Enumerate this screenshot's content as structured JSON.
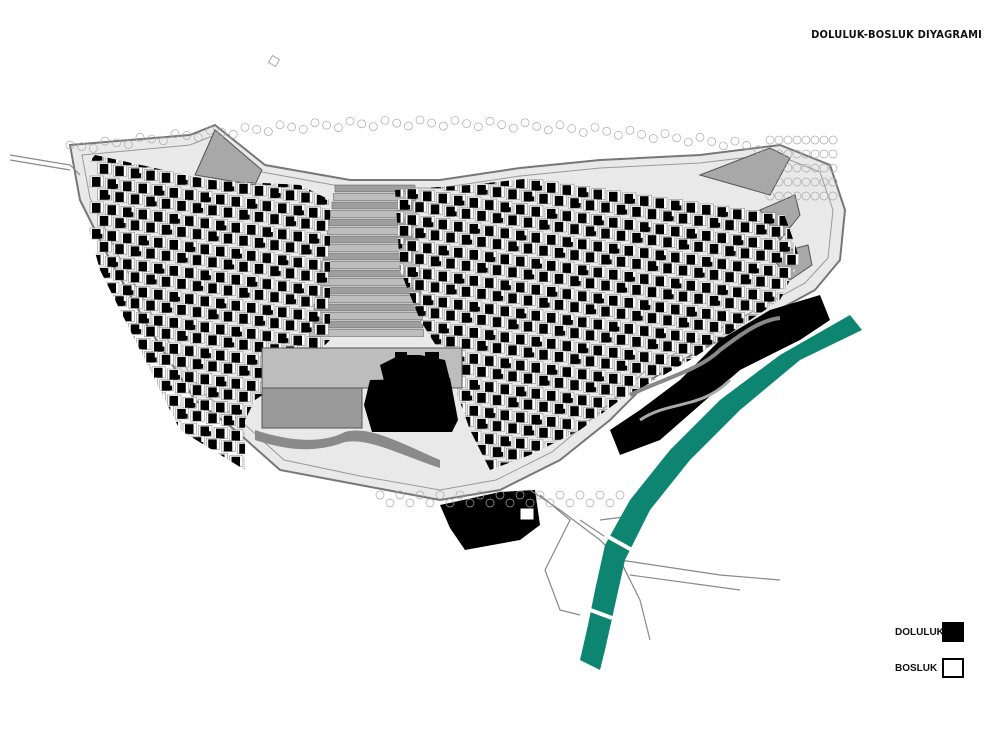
{
  "title": "DOLULUK-BOSLUK DIYAGRAMI",
  "legend": {
    "full_label": "DOLULUK",
    "empty_label": "BOSLUK",
    "full_color": "#000000",
    "empty_color": "#ffffff"
  },
  "colors": {
    "river": "#0e8571",
    "ground": "#e6e6e6",
    "building": "#111111",
    "street": "#9a9a9a"
  }
}
